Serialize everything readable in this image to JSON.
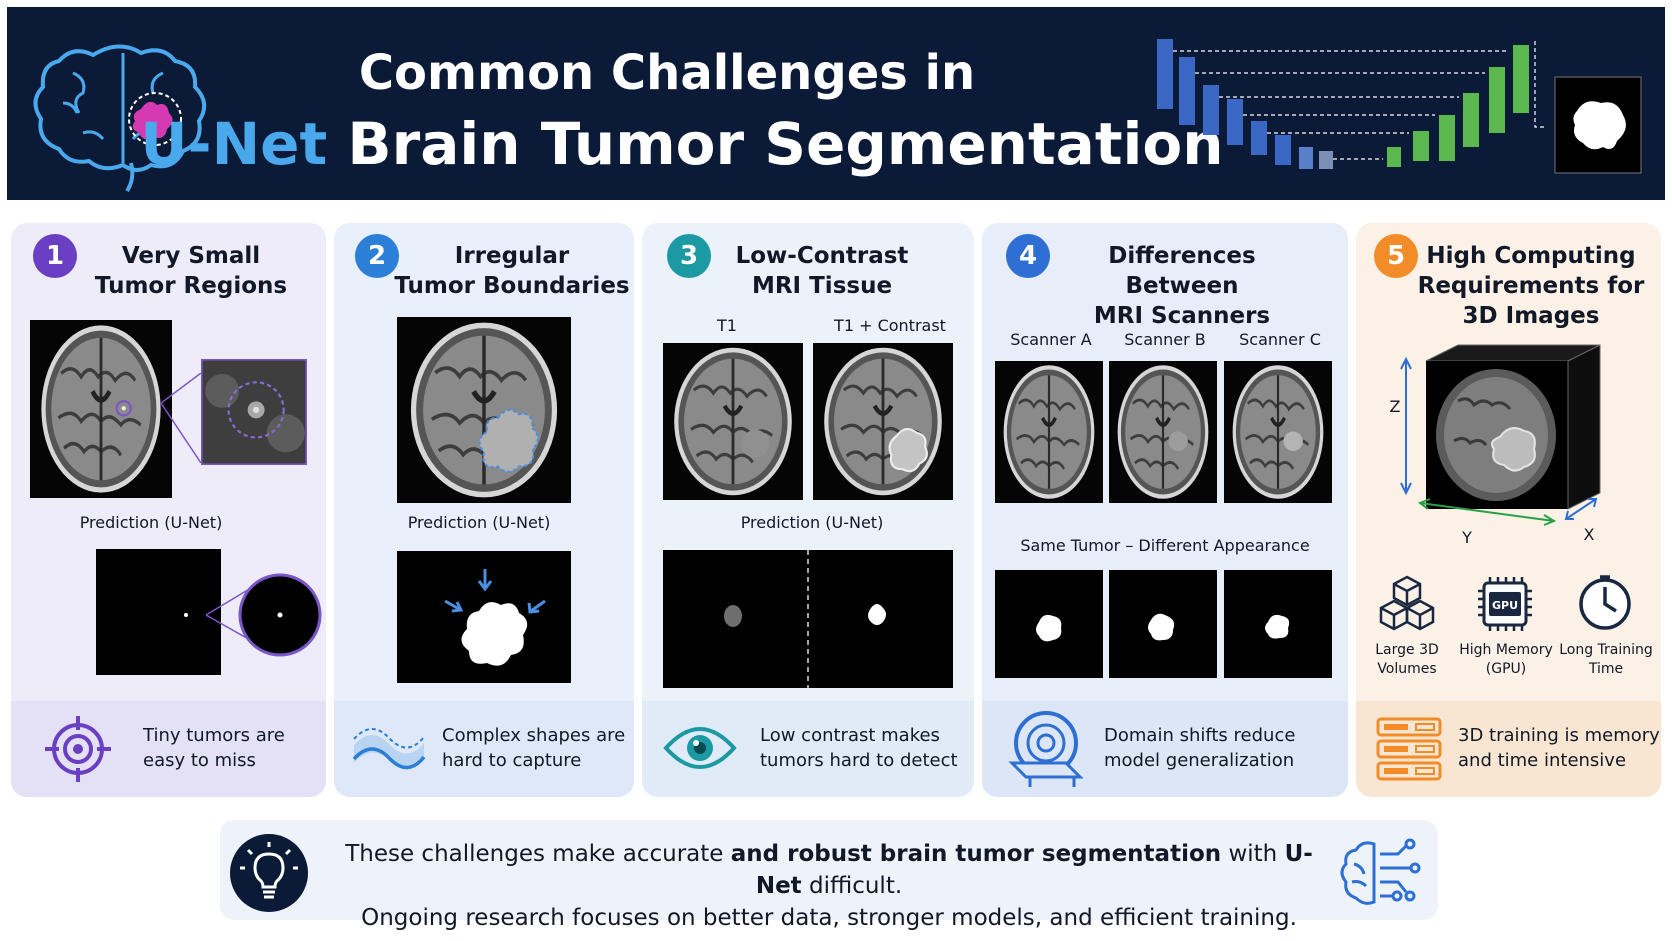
{
  "header": {
    "title_line1": "Common Challenges in",
    "title_accent": "U-Net",
    "title_line2_rest": " Brain Tumor Segmentation"
  },
  "colors": {
    "header_bg": "#0b1a36",
    "accent_blue": "#4aa8ec",
    "badge_purple": "#6a3fc2",
    "badge_blue": "#2b7fd6",
    "badge_teal": "#1c9aa3",
    "badge_blue2": "#2d6fd2",
    "badge_orange": "#f28c28",
    "unet_encoder": "#3a68c4",
    "unet_decoder": "#5bb84e"
  },
  "panels": [
    {
      "number": "1",
      "title_line1": "Very Small",
      "title_line2": "Tumor Regions",
      "prediction_label": "Prediction (U-Net)",
      "tip_line1": "Tiny tumors are",
      "tip_line2": "easy to miss",
      "icon": "target-icon"
    },
    {
      "number": "2",
      "title_line1": "Irregular",
      "title_line2": "Tumor Boundaries",
      "prediction_label": "Prediction (U-Net)",
      "tip_line1": "Complex shapes are",
      "tip_line2": "hard to capture",
      "icon": "wave-icon"
    },
    {
      "number": "3",
      "title_line1": "Low-Contrast",
      "title_line2": "MRI Tissue",
      "label_left": "T1",
      "label_right": "T1 + Contrast",
      "prediction_label": "Prediction (U-Net)",
      "tip_line1": "Low contrast makes",
      "tip_line2": "tumors hard to detect",
      "icon": "eye-icon"
    },
    {
      "number": "4",
      "title_line1": "Differences Between",
      "title_line2": "MRI Scanners",
      "scanners": [
        "Scanner A",
        "Scanner B",
        "Scanner C"
      ],
      "same_tumor_label": "Same Tumor – Different Appearance",
      "tip_line1": "Domain shifts reduce",
      "tip_line2": "model generalization",
      "icon": "mri-scanner-icon"
    },
    {
      "number": "5",
      "title_line1": "High Computing",
      "title_line2": "Requirements for",
      "title_line3": "3D Images",
      "axis_z": "Z",
      "axis_y": "Y",
      "axis_x": "X",
      "gpu_label": "GPU",
      "features": [
        {
          "line1": "Large 3D",
          "line2": "Volumes",
          "icon": "cubes-icon"
        },
        {
          "line1": "High Memory",
          "line2": "(GPU)",
          "icon": "gpu-chip-icon"
        },
        {
          "line1": "Long Training",
          "line2": "Time",
          "icon": "clock-icon"
        }
      ],
      "tip_line1": "3D training is memory",
      "tip_line2": "and time intensive",
      "icon": "server-icon"
    }
  ],
  "footer": {
    "line1_a": "These challenges make accurate ",
    "line1_b": "and robust brain tumor segmentation",
    "line1_c": " with ",
    "line1_d": "U-Net",
    "line1_e": " difficult.",
    "line2": "Ongoing research focuses on better data, stronger models, and efficient training."
  }
}
